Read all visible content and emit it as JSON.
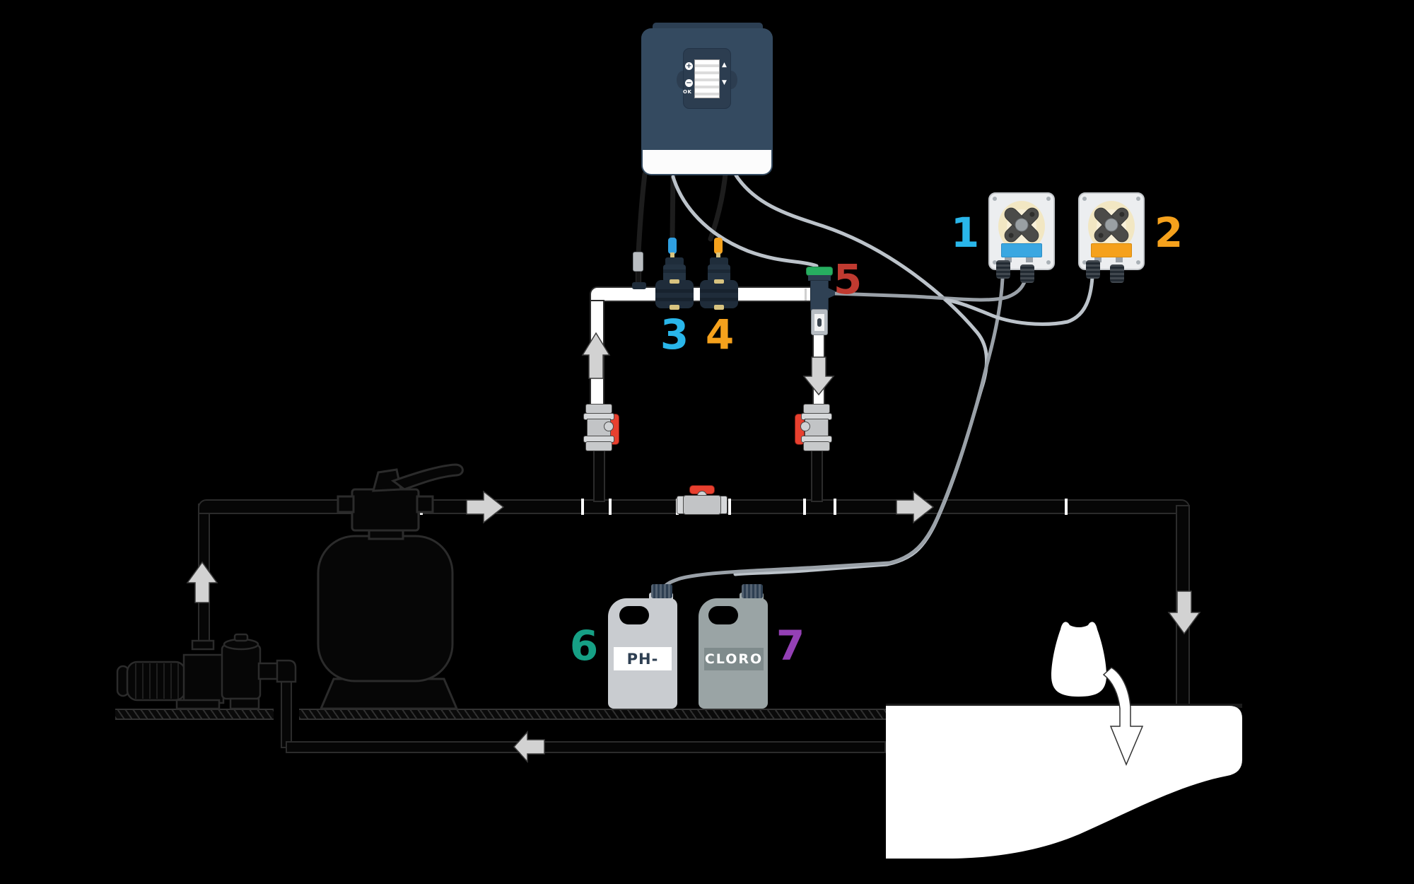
{
  "callouts": [
    {
      "number": "1",
      "meaning": "dosing-pump-ph",
      "color": "#29b6ea"
    },
    {
      "number": "2",
      "meaning": "dosing-pump-chlorine",
      "color": "#f5a11c"
    },
    {
      "number": "3",
      "meaning": "probe-holder-ph",
      "color": "#29b6ea"
    },
    {
      "number": "4",
      "meaning": "probe-holder-redox",
      "color": "#f5a11c"
    },
    {
      "number": "5",
      "meaning": "flow-cell-injection",
      "color": "#bf3a30"
    },
    {
      "number": "6",
      "meaning": "container-ph-minus",
      "color": "#16a085"
    },
    {
      "number": "7",
      "meaning": "container-chlorine",
      "color": "#9440b5"
    }
  ],
  "containers": {
    "ph_label": "PH-",
    "cloro_label": "CLORO"
  },
  "controller": {
    "plus": "+",
    "minus": "−",
    "ok": "OK",
    "up": "▲",
    "down": "▼"
  },
  "colors": {
    "background": "#000000",
    "controller_navy": "#344a60",
    "panel_navy": "#2c3d50",
    "pump_blue_bar": "#3aa7e1",
    "pump_orange_bar": "#f5a11c",
    "valve_handle_red": "#e8402f",
    "flow_cell_green": "#27ae60",
    "tube_light": "#bcc3ca",
    "tube_dark": "#9aa1a8",
    "arrow_gray": "#d2d2d2",
    "pipe_outline": "#2b2b2b",
    "jerry_light": "#c9ccd0",
    "jerry_dark": "#9aa4a5"
  }
}
